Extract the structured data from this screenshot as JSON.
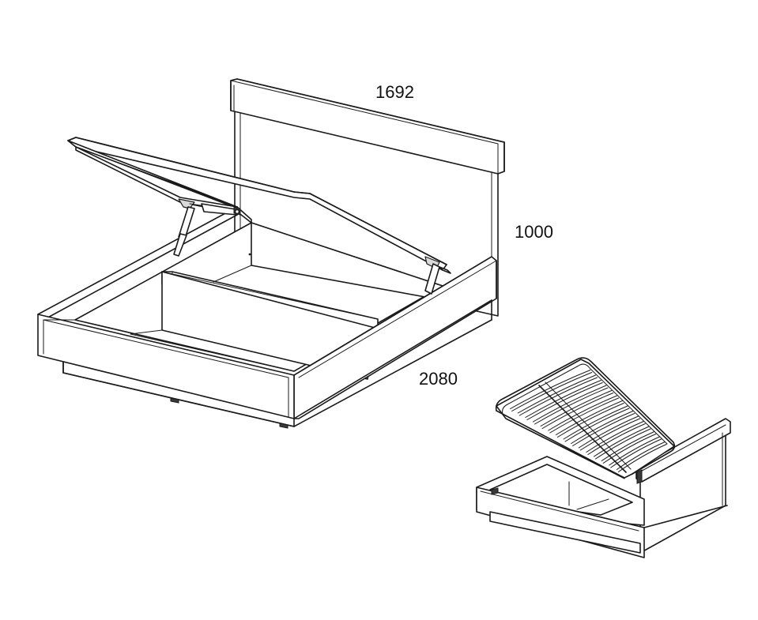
{
  "dimensions": {
    "width_label": "1692",
    "height_label": "1000",
    "length_label": "2080"
  },
  "colors": {
    "line": "#1a1a1a",
    "fill": "#ffffff",
    "shade": "#d9d9d9"
  }
}
